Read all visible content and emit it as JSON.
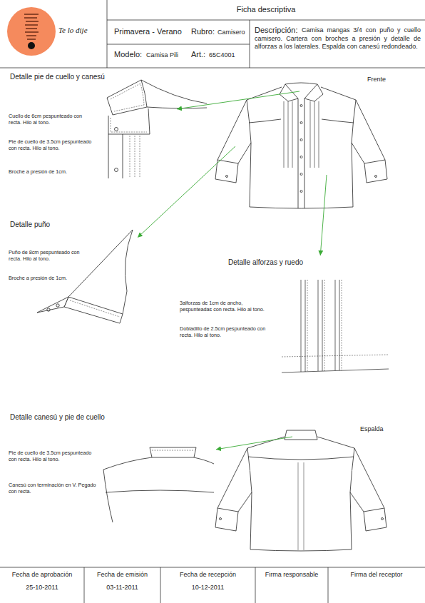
{
  "diagram": {
    "title": "Ficha descriptiva",
    "nodes": [
      {
        "text": [
          "Detalle pie de cuello y canesú",
          "Cuello de 6cm pespunteado con recta. Hilo al tono.",
          "Pie de cuello de 3.5cm pespunteado con recta. Hilo al tono.",
          "Broche a presión de 1cm."
        ]
      },
      {
        "text": [
          "Frente"
        ]
      },
      {
        "text": [
          "Detalle puño",
          "Puño de 8cm pespunteado con recta. Hilo al tono.",
          "Broche a presión de 1cm."
        ]
      },
      {
        "text": [
          "Detalle alforzas y ruedo",
          "3alforzas de 1cm de ancho, pespunteadas con recta. Hilo al tono.",
          "Dobladillo de 2.5cm pespunteado con recta. Hilo al tono."
        ]
      },
      {
        "text": [
          "Detalle canesú y pie de cuello",
          "Pie de cuello de 3.5cm pespunteado con recta. Hilo al tono.",
          "Canesú con terminación en V. Pegado con recta."
        ]
      },
      {
        "text": [
          "Espalda"
        ]
      }
    ],
    "edges": [
      {
        "from": 1,
        "to": 0,
        "arrow": "to"
      },
      {
        "from": 1,
        "to": 2,
        "arrow": "to"
      },
      {
        "from": 1,
        "to": 3,
        "arrow": "to"
      },
      {
        "from": 5,
        "to": 4,
        "arrow": "to"
      }
    ],
    "labels": [
      "Te lo dije",
      "Primavera - Verano",
      "Rubro:",
      "Camisero",
      "Descripción:",
      "Camisa mangas 3/4 con puño y cuello camisero. Cartera con broches a presión y detalle de alforzas a los laterales. Espalda con canesú redondeado.",
      "Modelo:",
      "Camisa Pili",
      "Art.:",
      "65C4001",
      "Fecha de aprobación",
      "25-10-2011",
      "Fecha de emisión",
      "03-11-2011",
      "Fecha de recepción",
      "10-12-2011",
      "Firma responsable",
      "Firma del receptor"
    ]
  }
}
